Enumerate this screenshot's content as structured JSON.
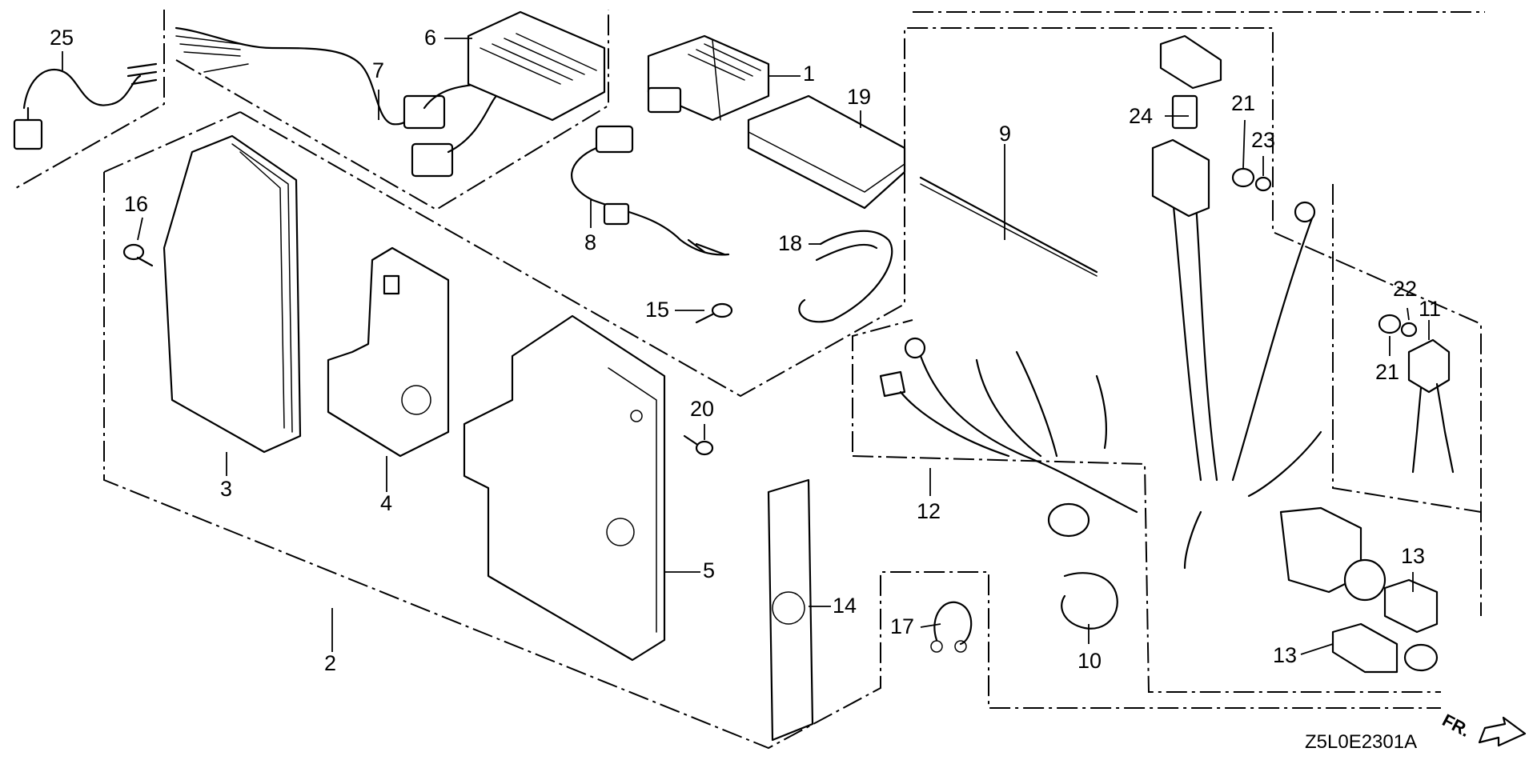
{
  "diagram": {
    "parts": [
      {
        "id": "1",
        "label": "1"
      },
      {
        "id": "2",
        "label": "2"
      },
      {
        "id": "3",
        "label": "3"
      },
      {
        "id": "4",
        "label": "4"
      },
      {
        "id": "5",
        "label": "5"
      },
      {
        "id": "6",
        "label": "6"
      },
      {
        "id": "7",
        "label": "7"
      },
      {
        "id": "8",
        "label": "8"
      },
      {
        "id": "9",
        "label": "9"
      },
      {
        "id": "10",
        "label": "10"
      },
      {
        "id": "11",
        "label": "11"
      },
      {
        "id": "12",
        "label": "12"
      },
      {
        "id": "13a",
        "label": "13"
      },
      {
        "id": "13b",
        "label": "13"
      },
      {
        "id": "14",
        "label": "14"
      },
      {
        "id": "15",
        "label": "15"
      },
      {
        "id": "16",
        "label": "16"
      },
      {
        "id": "17",
        "label": "17"
      },
      {
        "id": "18",
        "label": "18"
      },
      {
        "id": "19",
        "label": "19"
      },
      {
        "id": "20",
        "label": "20"
      },
      {
        "id": "21a",
        "label": "21"
      },
      {
        "id": "21b",
        "label": "21"
      },
      {
        "id": "22",
        "label": "22"
      },
      {
        "id": "23",
        "label": "23"
      },
      {
        "id": "24",
        "label": "24"
      },
      {
        "id": "25",
        "label": "25"
      }
    ],
    "diagram_code": "Z5L0E2301A",
    "direction_label": "FR."
  }
}
